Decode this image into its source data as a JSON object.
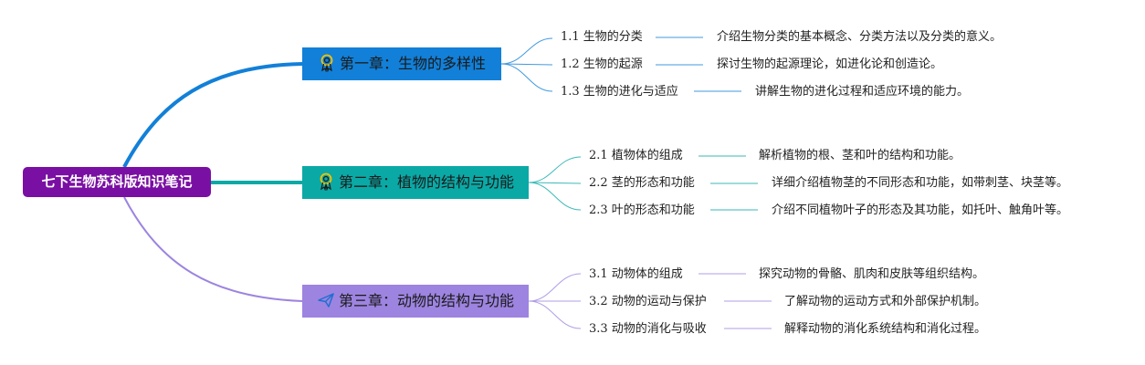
{
  "root": {
    "title": "七下生物苏科版知识笔记"
  },
  "chapters": [
    {
      "title": "第一章：生物的多样性",
      "icon": "award-ribbon-icon",
      "color": "#1280d8",
      "topics": [
        {
          "label": "1.1 生物的分类",
          "desc": "介绍生物分类的基本概念、分类方法以及分类的意义。"
        },
        {
          "label": "1.2 生物的起源",
          "desc": "探讨生物的起源理论，如进化论和创造论。"
        },
        {
          "label": "1.3 生物的进化与适应",
          "desc": "讲解生物的进化过程和适应环境的能力。"
        }
      ]
    },
    {
      "title": "第二章：植物的结构与功能",
      "icon": "award-ribbon-icon",
      "color": "#0aa9a6",
      "topics": [
        {
          "label": "2.1 植物体的组成",
          "desc": "解析植物的根、茎和叶的结构和功能。"
        },
        {
          "label": "2.2 茎的形态和功能",
          "desc": "详细介绍植物茎的不同形态和功能，如带刺茎、块茎等。"
        },
        {
          "label": "2.3 叶的形态和功能",
          "desc": "介绍不同植物叶子的形态及其功能，如托叶、触角叶等。"
        }
      ]
    },
    {
      "title": "第三章：动物的结构与功能",
      "icon": "paper-plane-icon",
      "color": "#9d84e0",
      "topics": [
        {
          "label": "3.1 动物体的组成",
          "desc": "探究动物的骨骼、肌肉和皮肤等组织结构。"
        },
        {
          "label": "3.2 动物的运动与保护",
          "desc": "了解动物的运动方式和外部保护机制。"
        },
        {
          "label": "3.3 动物的消化与吸收",
          "desc": "解释动物的消化系统结构和消化过程。"
        }
      ]
    }
  ]
}
